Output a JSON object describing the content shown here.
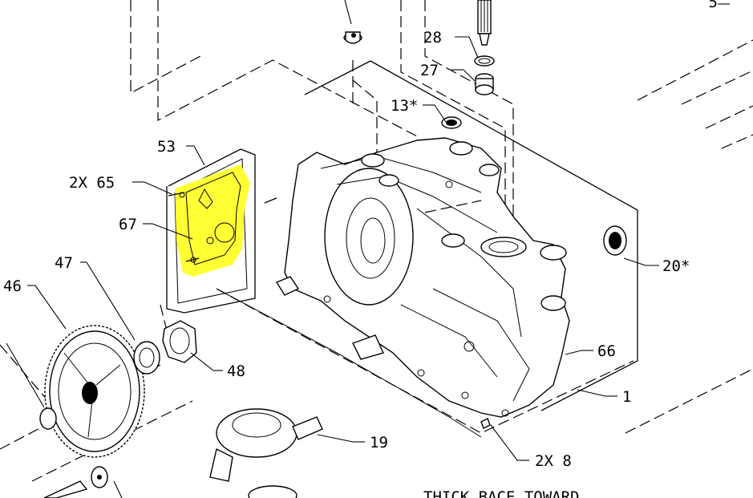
{
  "diagram": {
    "highlight_color": "#ffff33",
    "line_color": "#000000",
    "labels": {
      "l5": "5",
      "l28": "28",
      "l27": "27",
      "l13": "13*",
      "l53": "53",
      "l2x65": "2X 65",
      "l67": "67",
      "l47": "47",
      "l46": "46",
      "l48": "48",
      "l20": "20*",
      "l66": "66",
      "l1": "1",
      "l19": "19",
      "l2x8": "2X 8",
      "note": "THICK BACE TOWARD"
    }
  }
}
